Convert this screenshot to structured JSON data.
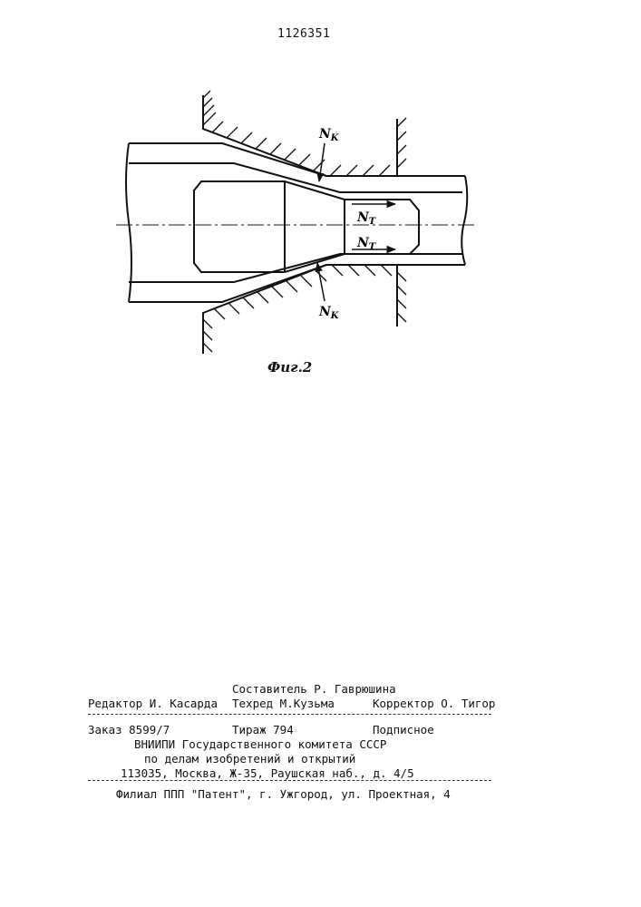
{
  "patent_number": "1126351",
  "figure": {
    "caption": "Фиг.2",
    "labels": {
      "nk_top": "N",
      "nk_top_sub": "K",
      "nt_top": "N",
      "nt_top_sub": "T",
      "nt_bottom": "N",
      "nt_bottom_sub": "T",
      "nk_bottom": "N",
      "nk_bottom_sub": "K"
    }
  },
  "imprint": {
    "compiler": "Составитель Р. Гаврюшина",
    "editor": "Редактор И. Касарда",
    "techred": "Техред М.Кузьма",
    "corrector": "Корректор О. Тигор",
    "order": "Заказ 8599/7",
    "circulation": "Тираж 794",
    "subscription": "Подписное",
    "org_line1": "ВНИИПИ Государственного комитета СССР",
    "org_line2": "по делам изобретений и открытий",
    "address": "113035, Москва, Ж-35, Раушская наб., д. 4/5",
    "branch": "Филиал ППП \"Патент\", г. Ужгород, ул. Проектная, 4"
  }
}
